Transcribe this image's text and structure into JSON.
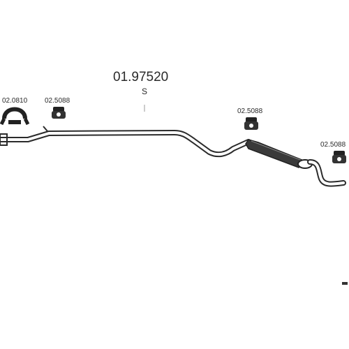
{
  "diagram": {
    "main_part_number": "01.97520",
    "variant_code": "S",
    "components": [
      {
        "part_number": "02.0810",
        "kind": "clamp"
      },
      {
        "part_number": "02.5088",
        "kind": "rubber-mount"
      },
      {
        "part_number": "02.5088",
        "kind": "rubber-mount"
      },
      {
        "part_number": "02.5088",
        "kind": "rubber-mount"
      }
    ],
    "colors": {
      "line": "#2b2b2b",
      "part_fill": "#333333",
      "background": "#ffffff"
    }
  }
}
